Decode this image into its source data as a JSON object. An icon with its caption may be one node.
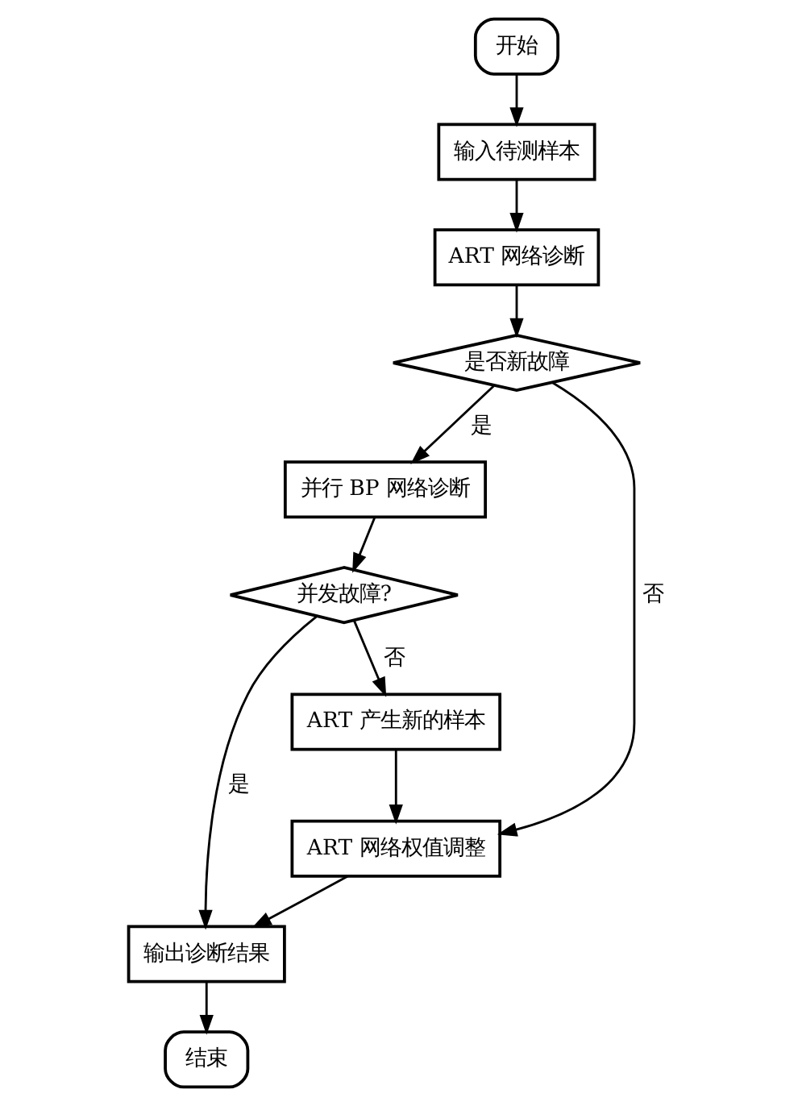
{
  "diagram": {
    "nodes": [
      {
        "text": [
          "开始"
        ]
      },
      {
        "text": [
          "输入待测样本"
        ]
      },
      {
        "text": [
          "ART 网络诊断"
        ]
      },
      {
        "text": [
          "是否新故障"
        ]
      },
      {
        "text": [
          "并行 BP 网络诊断"
        ]
      },
      {
        "text": [
          "并发故障?"
        ]
      },
      {
        "text": [
          "ART 产生新的样本"
        ]
      },
      {
        "text": [
          "ART 网络权值调整"
        ]
      },
      {
        "text": [
          "输出诊断结果"
        ]
      },
      {
        "text": [
          "结束"
        ]
      }
    ],
    "edges": [
      {
        "from": 0,
        "to": 1,
        "arrow": "to"
      },
      {
        "from": 1,
        "to": 2,
        "arrow": "to"
      },
      {
        "from": 2,
        "to": 3,
        "arrow": "to"
      },
      {
        "from": 3,
        "to": 4,
        "arrow": "to",
        "label": "是"
      },
      {
        "from": 3,
        "to": 7,
        "arrow": "to",
        "label": "否"
      },
      {
        "from": 4,
        "to": 5,
        "arrow": "to"
      },
      {
        "from": 5,
        "to": 6,
        "arrow": "to",
        "label": "否"
      },
      {
        "from": 6,
        "to": 7,
        "arrow": "to"
      },
      {
        "from": 5,
        "to": 8,
        "arrow": "to",
        "label": "是"
      },
      {
        "from": 7,
        "to": 8,
        "arrow": "to"
      },
      {
        "from": 8,
        "to": 9,
        "arrow": "to"
      }
    ]
  }
}
